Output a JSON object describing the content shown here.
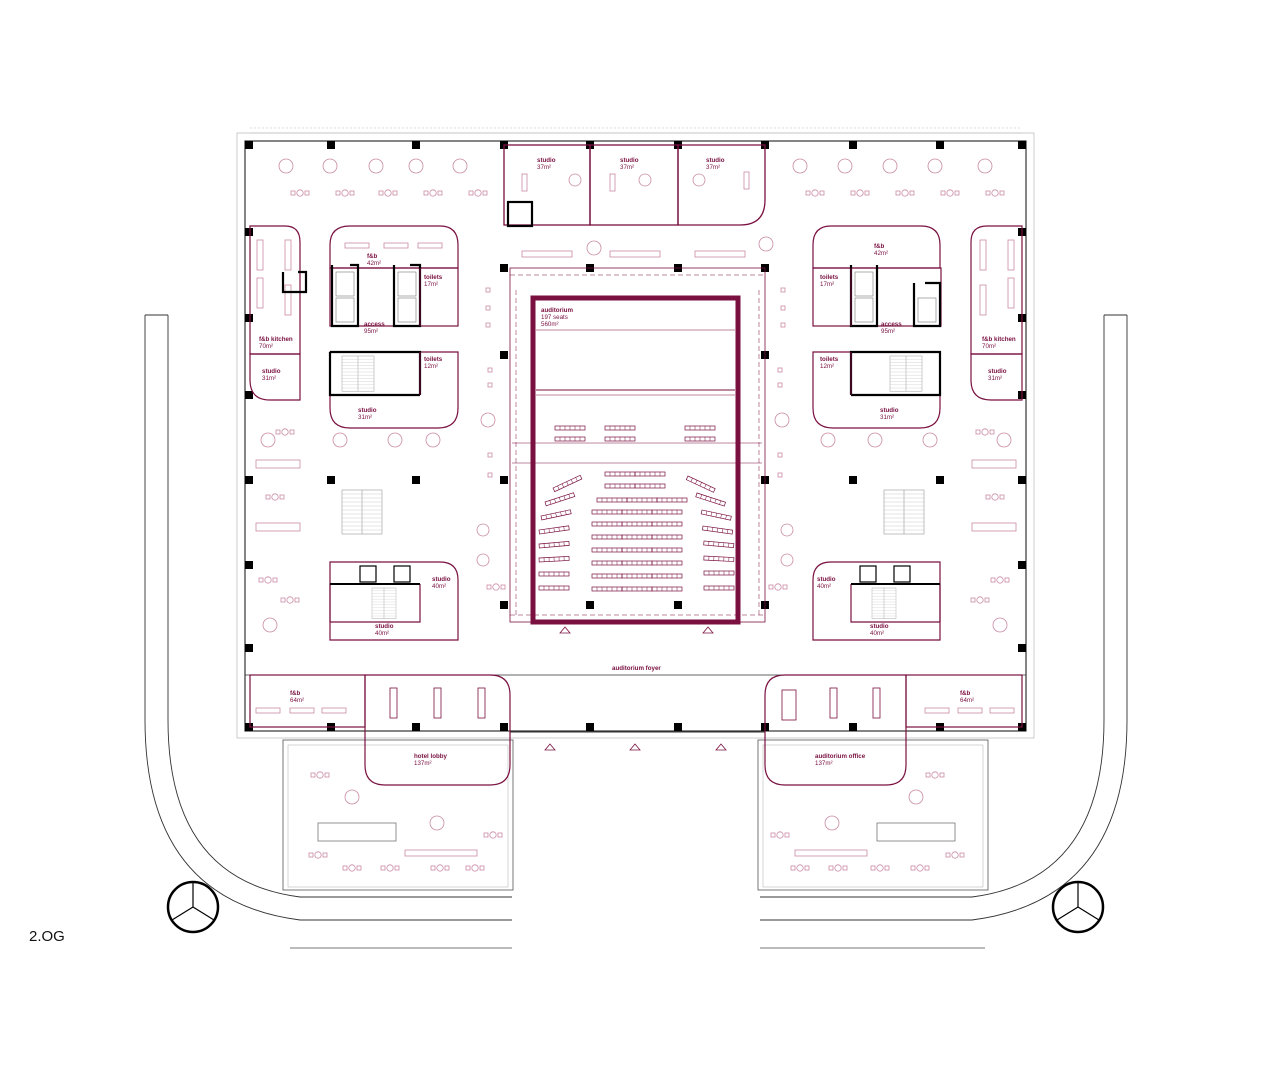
{
  "floor_label": "2.OG",
  "colors": {
    "accent": "#7a1040",
    "furniture": "#c98aa4",
    "structure": "#000000",
    "line": "#555555"
  },
  "rooms": {
    "studio_top_1": {
      "name": "studio",
      "area": "37m²"
    },
    "studio_top_2": {
      "name": "studio",
      "area": "37m²"
    },
    "studio_top_3": {
      "name": "studio",
      "area": "37m²"
    },
    "fb_left": {
      "name": "f&b",
      "area": "42m²"
    },
    "fb_right": {
      "name": "f&b",
      "area": "42m²"
    },
    "toilets_left_upper": {
      "name": "toilets",
      "area": "17m²"
    },
    "toilets_right_upper": {
      "name": "toilets",
      "area": "17m²"
    },
    "access_left": {
      "name": "access",
      "area": "95m²"
    },
    "access_right": {
      "name": "access",
      "area": "95m²"
    },
    "fb_kitchen_left": {
      "name": "f&b kitchen",
      "area": "70m²"
    },
    "fb_kitchen_right": {
      "name": "f&b kitchen",
      "area": "70m²"
    },
    "studio_side_left": {
      "name": "studio",
      "area": "31m²"
    },
    "studio_side_right": {
      "name": "studio",
      "area": "31m²"
    },
    "toilets_left_lower": {
      "name": "toilets",
      "area": "12m²"
    },
    "toilets_right_lower": {
      "name": "toilets",
      "area": "12m²"
    },
    "studio_core_left": {
      "name": "studio",
      "area": "31m²"
    },
    "studio_core_right": {
      "name": "studio",
      "area": "31m²"
    },
    "auditorium": {
      "name": "auditorium",
      "seats": "197 seats",
      "area": "560m²"
    },
    "studio_lower_left_small": {
      "name": "studio",
      "area": "40m²"
    },
    "studio_lower_left": {
      "name": "studio",
      "area": "40m²"
    },
    "studio_lower_right_small": {
      "name": "studio",
      "area": "40m²"
    },
    "studio_lower_right": {
      "name": "studio",
      "area": "40m²"
    },
    "auditorium_foyer": {
      "name": "auditorium foyer"
    },
    "fb_bottom_left": {
      "name": "f&b",
      "area": "64m²"
    },
    "fb_bottom_right": {
      "name": "f&b",
      "area": "64m²"
    },
    "hotel_lobby": {
      "name": "hotel lobby",
      "area": "137m²"
    },
    "auditorium_office": {
      "name": "auditorium office",
      "area": "137m²"
    }
  }
}
